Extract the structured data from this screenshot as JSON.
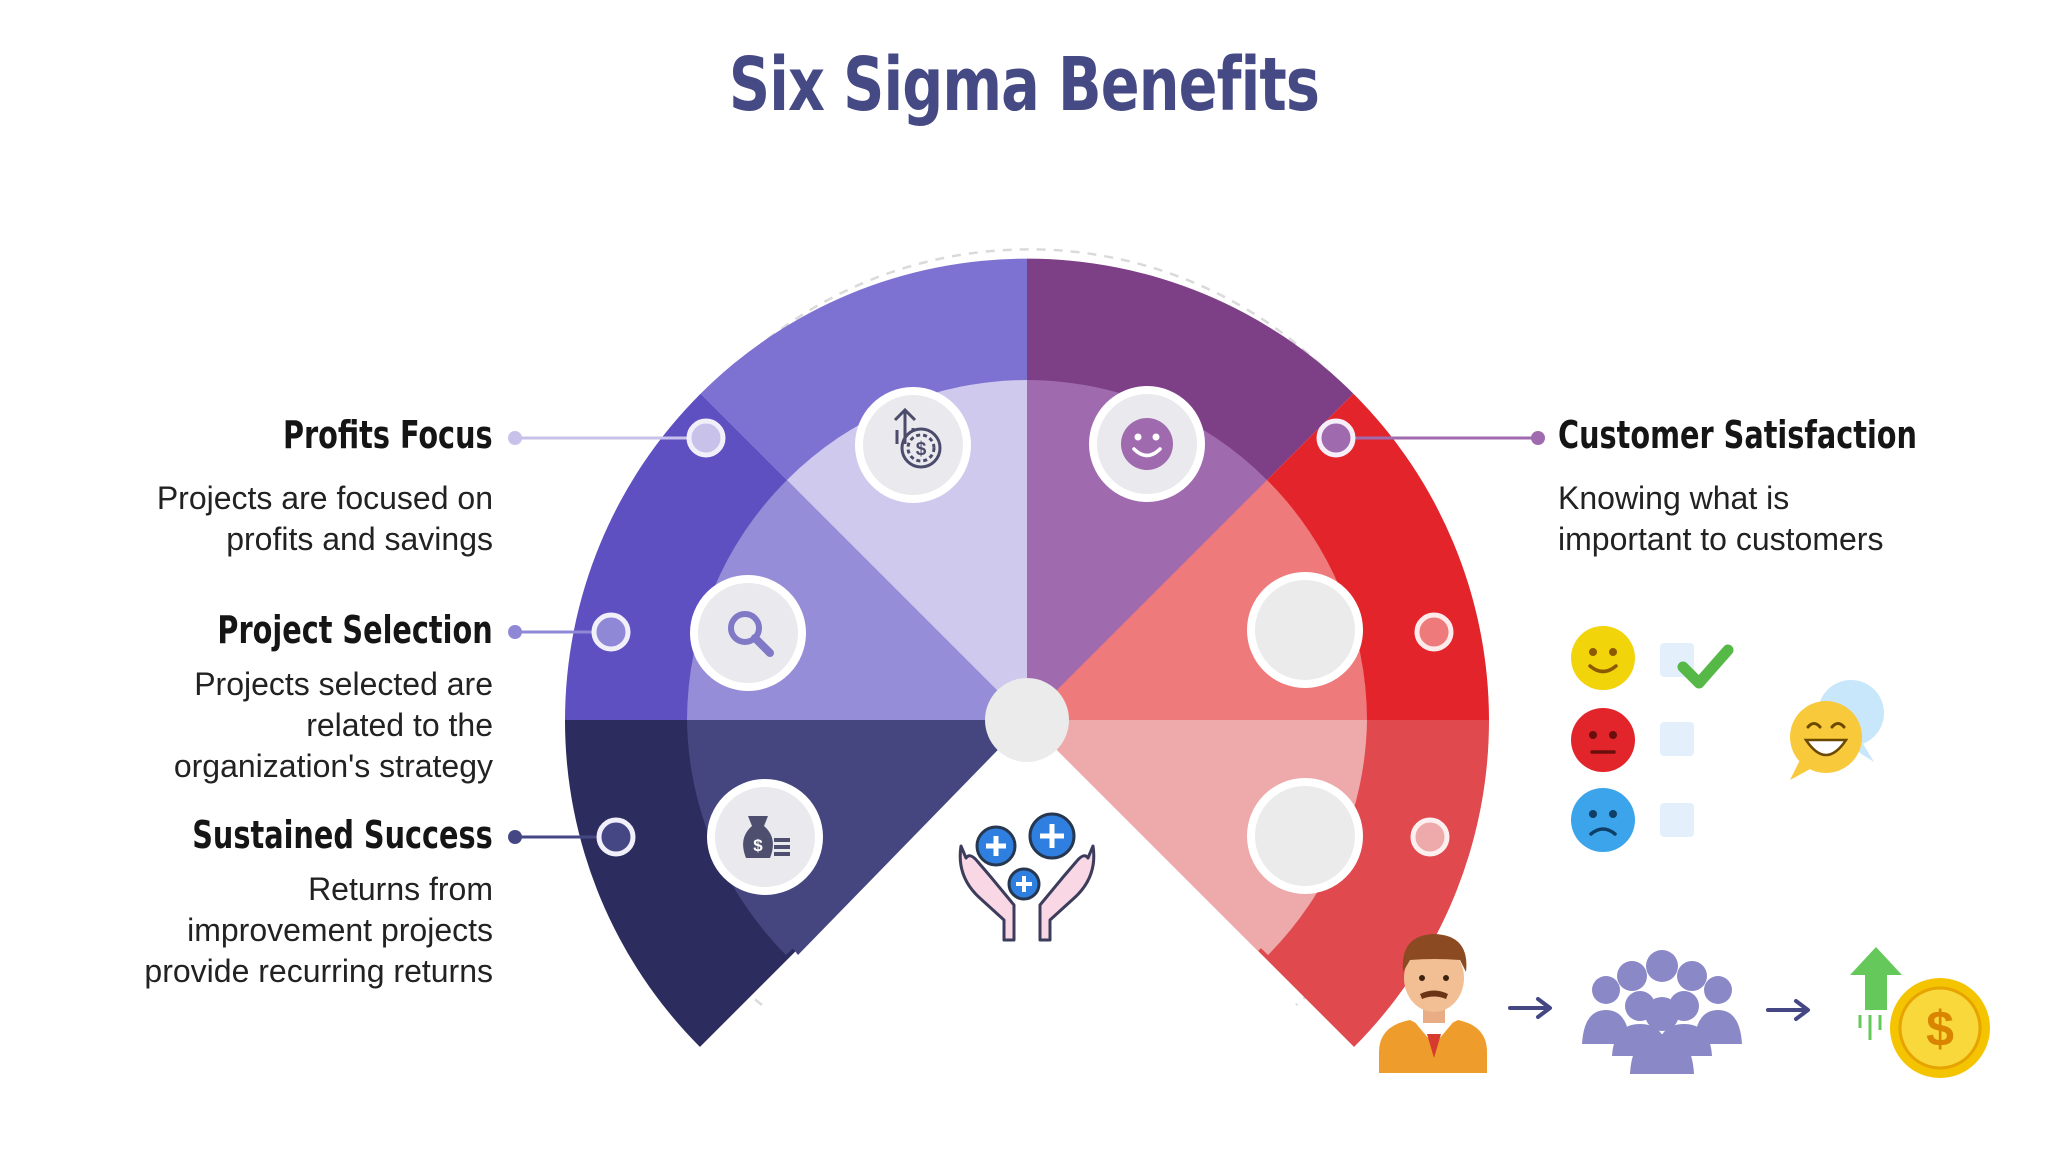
{
  "title": "Six Sigma Benefits",
  "benefits": [
    {
      "title": "Profits Focus",
      "lines": [
        "Projects are focused on",
        "profits and savings"
      ],
      "color": "#C8C2EA",
      "icon": "money-growth-icon"
    },
    {
      "title": "Project Selection",
      "lines": [
        "Projects selected are",
        "related to the",
        "organization's strategy"
      ],
      "color": "#8F88D6",
      "icon": "magnifier-icon"
    },
    {
      "title": "Sustained Success",
      "lines": [
        "Returns from",
        "improvement projects",
        "provide recurring returns"
      ],
      "color": "#454785",
      "icon": "money-bag-icon"
    },
    {
      "title": "Customer Satisfaction",
      "lines": [
        "Knowing what is",
        "important to customers"
      ],
      "color": "#A06AAF",
      "icon": "smiley-icon"
    }
  ],
  "segment_colors": {
    "lavender": "#CFC9EE",
    "periwinkle": "#958DD8",
    "navy": "#45467F",
    "purple": "#A06AAF",
    "coral": "#EE7A7C",
    "pink": "#EEAAAB",
    "title": "#454984"
  },
  "decorations": {
    "center_icon": "hands-plus-icon",
    "feedback_icons": [
      "happy-face-icon",
      "angry-face-icon",
      "sad-face-icon",
      "checkbox-checked-icon",
      "checkbox-icon",
      "checkbox-icon",
      "laughing-chat-icon"
    ],
    "flow_icons": [
      "person-icon",
      "arrow-right-icon",
      "group-icon",
      "arrow-right-icon",
      "coin-growth-icon"
    ]
  }
}
